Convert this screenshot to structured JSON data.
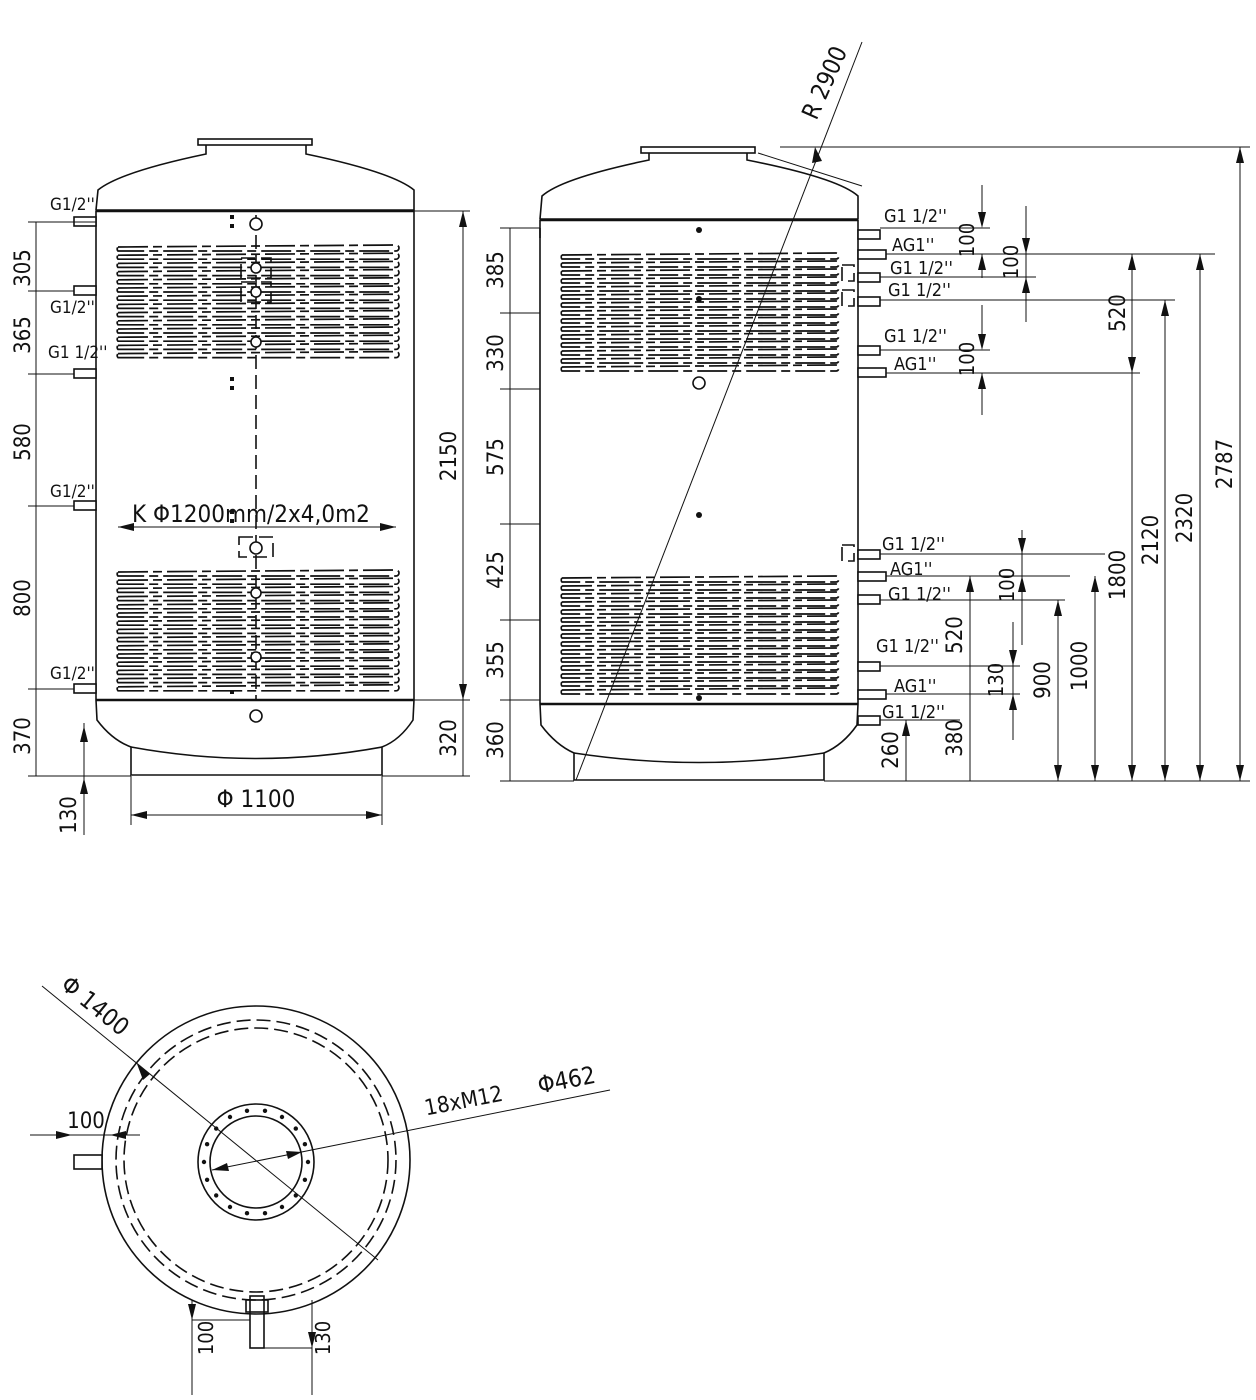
{
  "front_view": {
    "left_ports": [
      "G1/2''",
      "G1/2''",
      "G1 1/2''",
      "G1/2''",
      "G1/2''"
    ],
    "left_dims": [
      "305",
      "365",
      "580",
      "800",
      "370"
    ],
    "foot_dim": "130",
    "coil_label": "K Φ1200mm/2x4,0m2",
    "right_dims": [
      "2150",
      "320"
    ],
    "base_diameter": "Φ 1100"
  },
  "side_view": {
    "radius_label": "R 2900",
    "left_dims": [
      "385",
      "330",
      "575",
      "425",
      "355",
      "360"
    ],
    "port_labels_upper": [
      "G1 1/2''",
      "AG1''",
      "G1 1/2''",
      "G1 1/2''",
      "G1 1/2''",
      "AG1''"
    ],
    "port_labels_lower": [
      "G1 1/2''",
      "AG1''",
      "G1 1/2''",
      "G1 1/2''",
      "AG1''",
      "G1 1/2''"
    ],
    "small_dims": [
      "100",
      "100",
      "100",
      "100",
      "520",
      "130",
      "520"
    ],
    "height_dims": [
      "260",
      "380",
      "900",
      "1000",
      "1800",
      "2120",
      "2320",
      "2787"
    ]
  },
  "top_view": {
    "outer_diameter": "Φ 1400",
    "flange_bolts": "18xM12",
    "flange_diameter": "Φ462",
    "side_offset": "100",
    "bottom_dims": [
      "100",
      "130"
    ]
  }
}
